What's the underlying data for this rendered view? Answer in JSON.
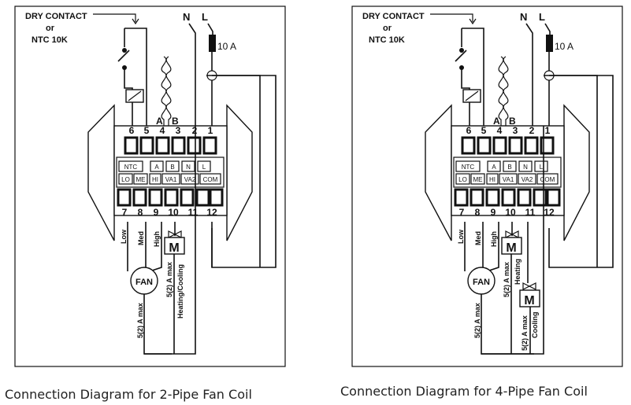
{
  "diagrams": [
    {
      "caption": "Connection Diagram for 2-Pipe Fan Coil",
      "sensor_label": [
        "DRY CONTACT",
        "or",
        "NTC 10K"
      ],
      "supply": {
        "n": "N",
        "l": "L",
        "fuse": "10 A"
      },
      "top_terminals": [
        "6",
        "5",
        "4",
        "3",
        "2",
        "1"
      ],
      "bottom_terminals": [
        "7",
        "8",
        "9",
        "10",
        "11",
        "12"
      ],
      "ab_labels": [
        "A",
        "B"
      ],
      "row1": [
        "NTC",
        "A",
        "B",
        "N",
        "L"
      ],
      "row2": [
        "LO",
        "ME",
        "HI",
        "VA1",
        "VA2",
        "COM"
      ],
      "fan_wires": [
        "Low",
        "Med",
        "High"
      ],
      "fan": "FAN",
      "fan_rating": "5(2) A max",
      "valves": [
        {
          "label": "M",
          "rating": "5(2) A max",
          "function": "Heating/Cooling"
        }
      ]
    },
    {
      "caption": "Connection Diagram for 4-Pipe Fan Coil",
      "sensor_label": [
        "DRY CONTACT",
        "or",
        "NTC 10K"
      ],
      "supply": {
        "n": "N",
        "l": "L",
        "fuse": "10 A"
      },
      "top_terminals": [
        "6",
        "5",
        "4",
        "3",
        "2",
        "1"
      ],
      "bottom_terminals": [
        "7",
        "8",
        "9",
        "10",
        "11",
        "12"
      ],
      "ab_labels": [
        "A",
        "B"
      ],
      "row1": [
        "NTC",
        "A",
        "B",
        "N",
        "L"
      ],
      "row2": [
        "LO",
        "ME",
        "HI",
        "VA1",
        "VA2",
        "COM"
      ],
      "fan_wires": [
        "Low",
        "Med",
        "High"
      ],
      "fan": "FAN",
      "fan_rating": "5(2) A max",
      "valves": [
        {
          "label": "M",
          "rating": "5(2) A max",
          "function": "Heating"
        },
        {
          "label": "M",
          "rating": "5(2) A max",
          "function": "Cooling"
        }
      ]
    }
  ]
}
